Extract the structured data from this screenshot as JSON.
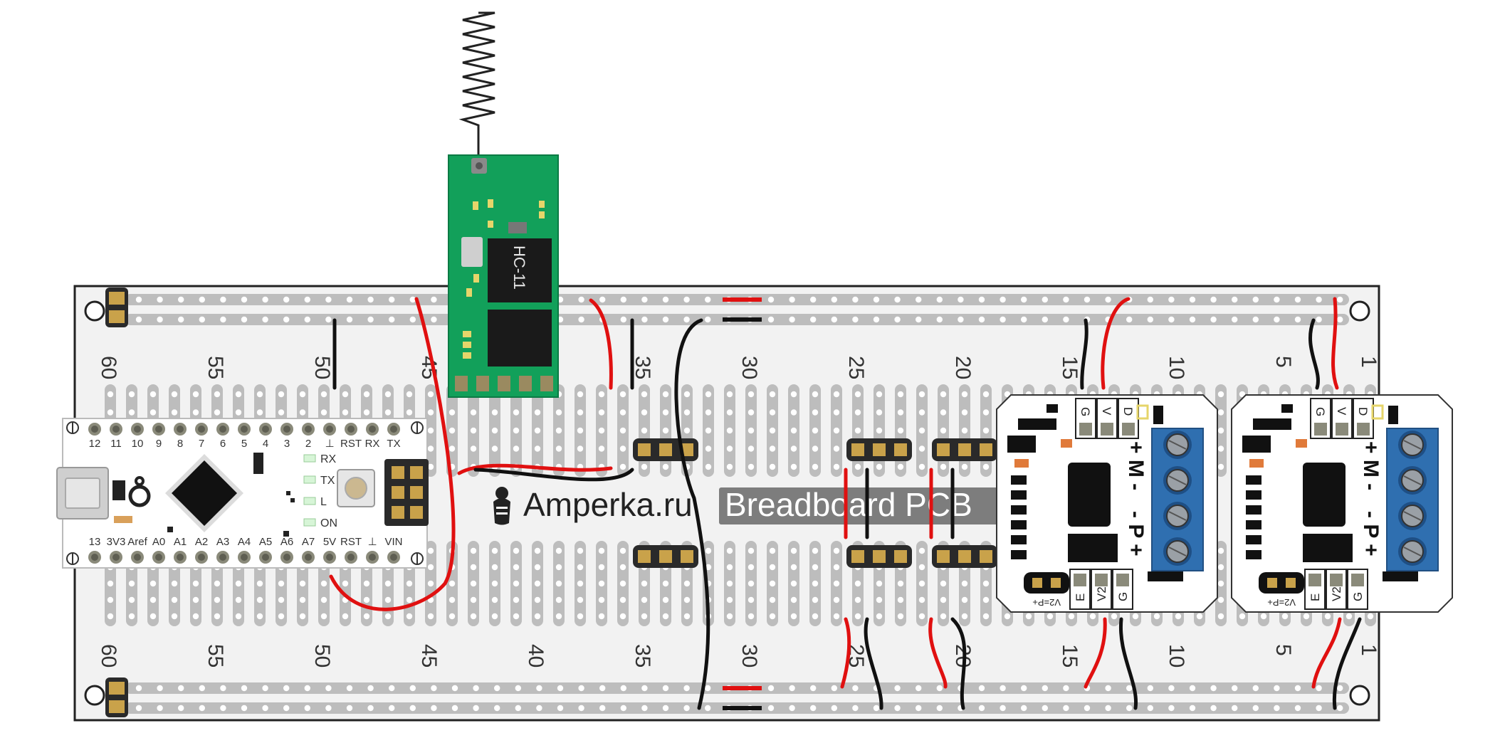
{
  "board": {
    "brand": "Amperka.ru",
    "title": "Breadboard PCB",
    "column_numbers": [
      "60",
      "55",
      "50",
      "45",
      "40",
      "35",
      "30",
      "25",
      "20",
      "15",
      "10",
      "5",
      "1"
    ]
  },
  "radio_module": {
    "label": "HC-11"
  },
  "controller": {
    "top_pins": [
      "12",
      "11",
      "10",
      "9",
      "8",
      "7",
      "6",
      "5",
      "4",
      "3",
      "2",
      "⊥",
      "RST",
      "RX",
      "TX"
    ],
    "bottom_pins": [
      "13",
      "3V3",
      "Aref",
      "A0",
      "A1",
      "A2",
      "A3",
      "A4",
      "A5",
      "A6",
      "A7",
      "5V",
      "RST",
      "⊥",
      "VIN"
    ],
    "leds": [
      "RX",
      "TX",
      "L",
      "ON"
    ]
  },
  "motor_drivers": [
    {
      "top_pins": [
        "G",
        "V",
        "D"
      ],
      "bottom_pins": [
        "E",
        "V2",
        "G"
      ],
      "motor_label": "+ M -",
      "power_label": "- P +",
      "jumper_label": "V2=P+"
    },
    {
      "top_pins": [
        "G",
        "V",
        "D"
      ],
      "bottom_pins": [
        "E",
        "V2",
        "G"
      ],
      "motor_label": "+ M -",
      "power_label": "- P +",
      "jumper_label": "V2=P+"
    }
  ],
  "colors": {
    "pcb": "#f2f2f2",
    "rail": "#bdbdbd",
    "hole": "#ffffff",
    "radio_pcb": "#12a05a",
    "wire_red": "#e01010",
    "wire_black": "#111111",
    "terminal_block": "#2f6fb0",
    "label_bg": "#7d7d7d"
  }
}
